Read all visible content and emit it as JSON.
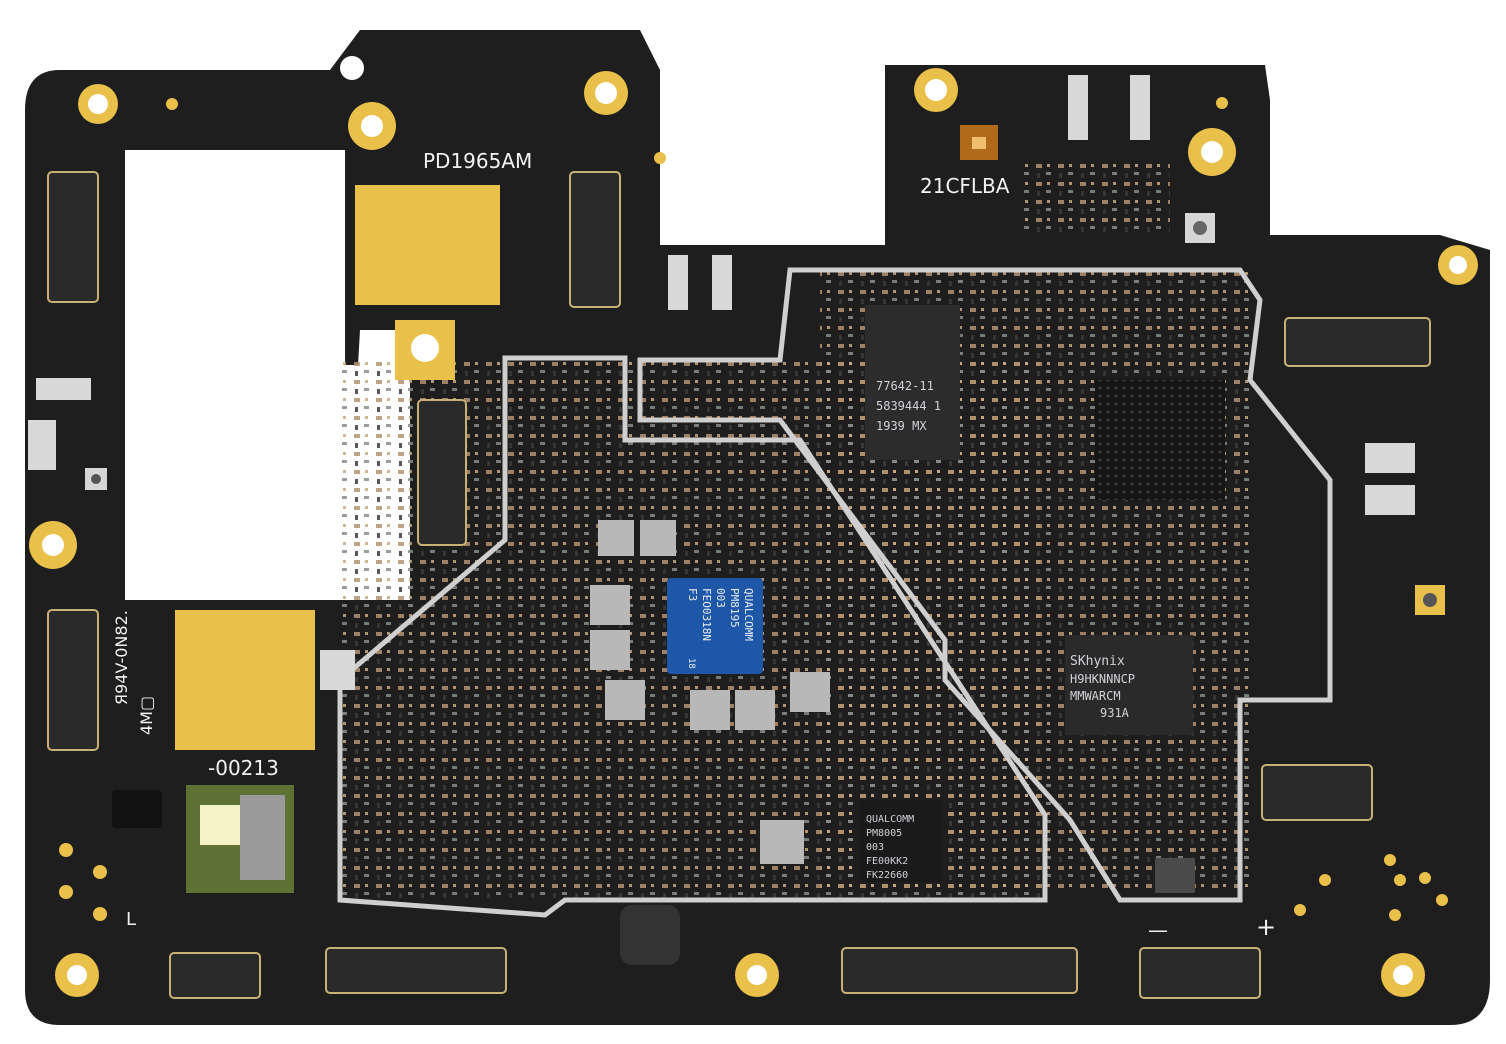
{
  "board": {
    "model_label": "PD1965AM",
    "rev_label": "21CFLBA",
    "part_suffix": "-00213",
    "rating_line1": "Я94V-0N82.",
    "rating_line2": "4M▢",
    "plus_sign": "+",
    "minus_sign": "—",
    "corner_mark": "L",
    "flash_pin_mark": "—"
  },
  "chips": {
    "skyworks": {
      "line1": "77642-11",
      "line2": "5839444 1",
      "line3": "1939   MX"
    },
    "pmic": {
      "line1": "QUALCOMM",
      "line2": "PM8195",
      "line3": "003",
      "line4": "FEO0318N",
      "line5": "F3",
      "line6": "18"
    },
    "memory": {
      "line1": "SKhynix",
      "line2": "H9HKNNNCP",
      "line3": "MMWARCM",
      "line4": "931A"
    },
    "audio": {
      "line1": "QUALCOMM",
      "line2": "PM8005",
      "line3": "003",
      "line4": "FE00KK2",
      "line5": "FK22660"
    }
  },
  "colors": {
    "pcb": "#1f1e1e",
    "gold": "#e8c04a",
    "shield": "#cfcfcf",
    "connector": "#2a2a2a"
  }
}
